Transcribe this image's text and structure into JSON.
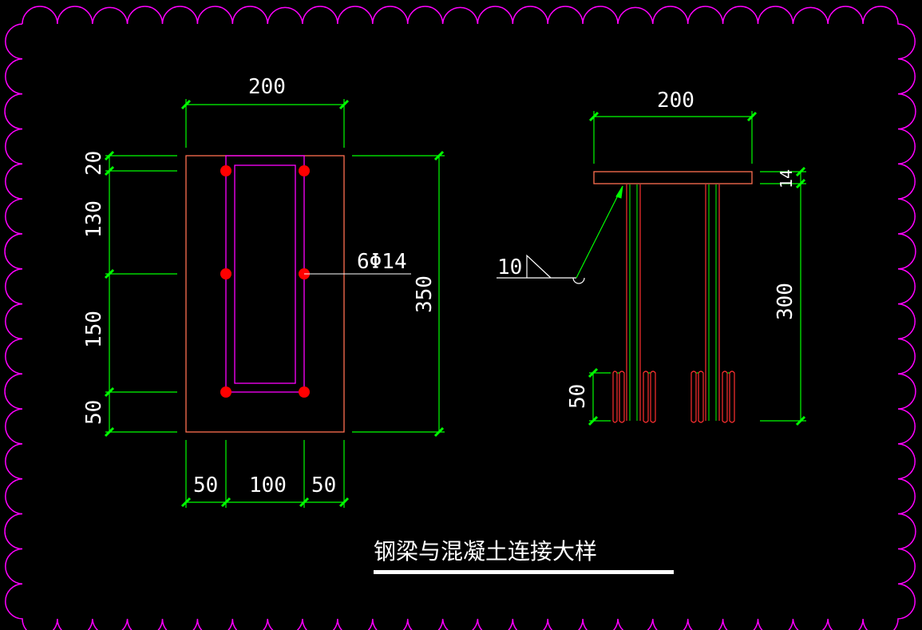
{
  "drawing": {
    "title": "钢梁与混凝土连接大样",
    "colors": {
      "background": "#000000",
      "dimension": "#00ff00",
      "concrete_outline": "#ff7050",
      "steel_section": "#ff00ff",
      "rebar": "#ff0000",
      "stud": "#ff3030",
      "text": "#ffffff",
      "revision_cloud": "#ff00ff"
    },
    "section": {
      "width_dim": "200",
      "height_dim": "350",
      "left_dims": [
        "20",
        "130",
        "150",
        "50"
      ],
      "bottom_dims": [
        "50",
        "100",
        "50"
      ],
      "rebar_label": "6Φ14"
    },
    "elevation": {
      "plate_width_dim": "200",
      "plate_thickness_dim": "14",
      "height_dim": "300",
      "stud_head_dim": "50",
      "weld_size": "10"
    }
  }
}
